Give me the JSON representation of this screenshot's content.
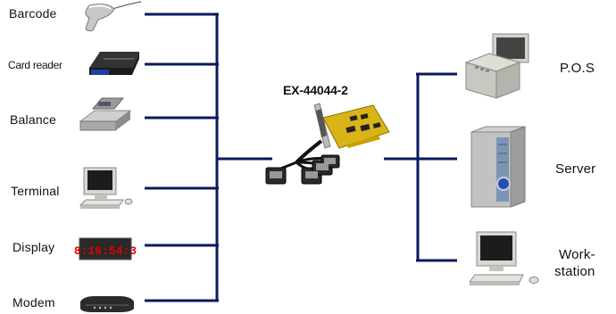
{
  "card": {
    "model": "EX-44044-2"
  },
  "left_devices": [
    {
      "label": "Barcode",
      "icon": "barcode-scanner-icon"
    },
    {
      "label": "Card reader",
      "icon": "card-reader-icon"
    },
    {
      "label": "Balance",
      "icon": "balance-scale-icon"
    },
    {
      "label": "Terminal",
      "icon": "terminal-icon"
    },
    {
      "label": "Display",
      "icon": "led-display-icon"
    },
    {
      "label": "Modem",
      "icon": "modem-icon"
    }
  ],
  "right_devices": [
    {
      "label": "P.O.S",
      "icon": "pos-terminal-icon"
    },
    {
      "label": "Server",
      "icon": "server-tower-icon"
    },
    {
      "label_line1": "Work-",
      "label_line2": "station",
      "icon": "workstation-icon"
    }
  ],
  "display_digits": "8:16:54:3",
  "colors": {
    "wire": "#0a1a5c",
    "pcb": "#d9b416",
    "led": "#e00000"
  }
}
